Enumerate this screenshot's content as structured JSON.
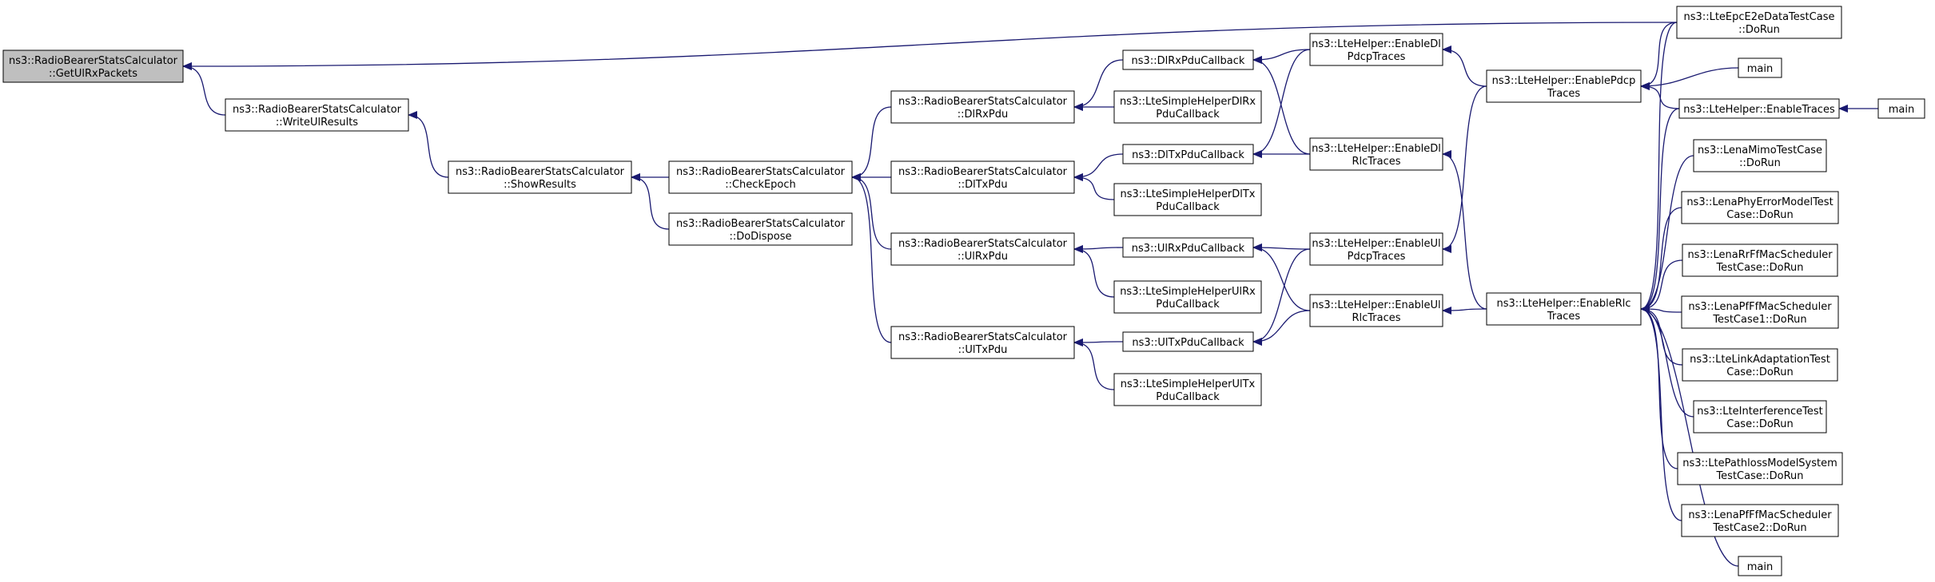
{
  "diagram": {
    "type": "call-graph",
    "colors": {
      "edge": "#191970",
      "node_fill": "#ffffff",
      "focus_fill": "#bfbfbf",
      "node_border": "#000000"
    },
    "nodes": [
      {
        "id": "getulrx",
        "lines": [
          "ns3::RadioBearerStatsCalculator",
          "::GetUlRxPackets"
        ],
        "focus": true
      },
      {
        "id": "writeul",
        "lines": [
          "ns3::RadioBearerStatsCalculator",
          "::WriteUlResults"
        ]
      },
      {
        "id": "showres",
        "lines": [
          "ns3::RadioBearerStatsCalculator",
          "::ShowResults"
        ]
      },
      {
        "id": "checkepoch",
        "lines": [
          "ns3::RadioBearerStatsCalculator",
          "::CheckEpoch"
        ]
      },
      {
        "id": "dodispose",
        "lines": [
          "ns3::RadioBearerStatsCalculator",
          "::DoDispose"
        ]
      },
      {
        "id": "dlrxpdu",
        "lines": [
          "ns3::RadioBearerStatsCalculator",
          "::DlRxPdu"
        ]
      },
      {
        "id": "dltxpdu",
        "lines": [
          "ns3::RadioBearerStatsCalculator",
          "::DlTxPdu"
        ]
      },
      {
        "id": "ulrxpdu",
        "lines": [
          "ns3::RadioBearerStatsCalculator",
          "::UlRxPdu"
        ]
      },
      {
        "id": "ultxpdu",
        "lines": [
          "ns3::RadioBearerStatsCalculator",
          "::UlTxPdu"
        ]
      },
      {
        "id": "dlrxcb",
        "lines": [
          "ns3::DlRxPduCallback"
        ]
      },
      {
        "id": "simpledlrx",
        "lines": [
          "ns3::LteSimpleHelperDlRx",
          "PduCallback"
        ]
      },
      {
        "id": "dltxcb",
        "lines": [
          "ns3::DlTxPduCallback"
        ]
      },
      {
        "id": "simpledltx",
        "lines": [
          "ns3::LteSimpleHelperDlTx",
          "PduCallback"
        ]
      },
      {
        "id": "ulrxcb",
        "lines": [
          "ns3::UlRxPduCallback"
        ]
      },
      {
        "id": "simpleulrx",
        "lines": [
          "ns3::LteSimpleHelperUlRx",
          "PduCallback"
        ]
      },
      {
        "id": "ultxcb",
        "lines": [
          "ns3::UlTxPduCallback"
        ]
      },
      {
        "id": "simpleultx",
        "lines": [
          "ns3::LteSimpleHelperUlTx",
          "PduCallback"
        ]
      },
      {
        "id": "enabledlpdcp",
        "lines": [
          "ns3::LteHelper::EnableDl",
          "PdcpTraces"
        ]
      },
      {
        "id": "enabledlrlc",
        "lines": [
          "ns3::LteHelper::EnableDl",
          "RlcTraces"
        ]
      },
      {
        "id": "enableulpdcp",
        "lines": [
          "ns3::LteHelper::EnableUl",
          "PdcpTraces"
        ]
      },
      {
        "id": "enableulrlc",
        "lines": [
          "ns3::LteHelper::EnableUl",
          "RlcTraces"
        ]
      },
      {
        "id": "enablepdcp",
        "lines": [
          "ns3::LteHelper::EnablePdcp",
          "Traces"
        ]
      },
      {
        "id": "enablerlc",
        "lines": [
          "ns3::LteHelper::EnableRlc",
          "Traces"
        ]
      },
      {
        "id": "epce2e",
        "lines": [
          "ns3::LteEpcE2eDataTestCase",
          "::DoRun"
        ]
      },
      {
        "id": "main1",
        "lines": [
          "main"
        ]
      },
      {
        "id": "enabletraces",
        "lines": [
          "ns3::LteHelper::EnableTraces"
        ]
      },
      {
        "id": "main2",
        "lines": [
          "main"
        ]
      },
      {
        "id": "mimo",
        "lines": [
          "ns3::LenaMimoTestCase",
          "::DoRun"
        ]
      },
      {
        "id": "phyerr",
        "lines": [
          "ns3::LenaPhyErrorModelTest",
          "Case::DoRun"
        ]
      },
      {
        "id": "rrff",
        "lines": [
          "ns3::LenaRrFfMacScheduler",
          "TestCase::DoRun"
        ]
      },
      {
        "id": "pfff1",
        "lines": [
          "ns3::LenaPfFfMacScheduler",
          "TestCase1::DoRun"
        ]
      },
      {
        "id": "linkadapt",
        "lines": [
          "ns3::LteLinkAdaptationTest",
          "Case::DoRun"
        ]
      },
      {
        "id": "interf",
        "lines": [
          "ns3::LteInterferenceTest",
          "Case::DoRun"
        ]
      },
      {
        "id": "pathloss",
        "lines": [
          "ns3::LtePathlossModelSystem",
          "TestCase::DoRun"
        ]
      },
      {
        "id": "pfff2",
        "lines": [
          "ns3::LenaPfFfMacScheduler",
          "TestCase2::DoRun"
        ]
      },
      {
        "id": "main3",
        "lines": [
          "main"
        ]
      }
    ],
    "edges": [
      [
        "writeul",
        "getulrx"
      ],
      [
        "epce2e",
        "getulrx"
      ],
      [
        "showres",
        "writeul"
      ],
      [
        "checkepoch",
        "showres"
      ],
      [
        "dodispose",
        "showres"
      ],
      [
        "dlrxpdu",
        "checkepoch"
      ],
      [
        "dltxpdu",
        "checkepoch"
      ],
      [
        "ulrxpdu",
        "checkepoch"
      ],
      [
        "ultxpdu",
        "checkepoch"
      ],
      [
        "dlrxcb",
        "dlrxpdu"
      ],
      [
        "simpledlrx",
        "dlrxpdu"
      ],
      [
        "dltxcb",
        "dltxpdu"
      ],
      [
        "simpledltx",
        "dltxpdu"
      ],
      [
        "ulrxcb",
        "ulrxpdu"
      ],
      [
        "simpleulrx",
        "ulrxpdu"
      ],
      [
        "ultxcb",
        "ultxpdu"
      ],
      [
        "simpleultx",
        "ultxpdu"
      ],
      [
        "enabledlpdcp",
        "dlrxcb"
      ],
      [
        "enabledlrlc",
        "dlrxcb"
      ],
      [
        "enabledlpdcp",
        "dltxcb"
      ],
      [
        "enabledlrlc",
        "dltxcb"
      ],
      [
        "enableulpdcp",
        "ulrxcb"
      ],
      [
        "enableulrlc",
        "ulrxcb"
      ],
      [
        "enableulpdcp",
        "ultxcb"
      ],
      [
        "enableulrlc",
        "ultxcb"
      ],
      [
        "enablepdcp",
        "enabledlpdcp"
      ],
      [
        "enablepdcp",
        "enableulpdcp"
      ],
      [
        "enablerlc",
        "enabledlrlc"
      ],
      [
        "enablerlc",
        "enableulrlc"
      ],
      [
        "epce2e",
        "enablepdcp"
      ],
      [
        "main1",
        "enablepdcp"
      ],
      [
        "enabletraces",
        "enablepdcp"
      ],
      [
        "main2",
        "enabletraces"
      ],
      [
        "epce2e",
        "enablerlc"
      ],
      [
        "enabletraces",
        "enablerlc"
      ],
      [
        "mimo",
        "enablerlc"
      ],
      [
        "phyerr",
        "enablerlc"
      ],
      [
        "rrff",
        "enablerlc"
      ],
      [
        "pfff1",
        "enablerlc"
      ],
      [
        "linkadapt",
        "enablerlc"
      ],
      [
        "interf",
        "enablerlc"
      ],
      [
        "pathloss",
        "enablerlc"
      ],
      [
        "pfff2",
        "enablerlc"
      ],
      [
        "main3",
        "enablerlc"
      ]
    ]
  }
}
